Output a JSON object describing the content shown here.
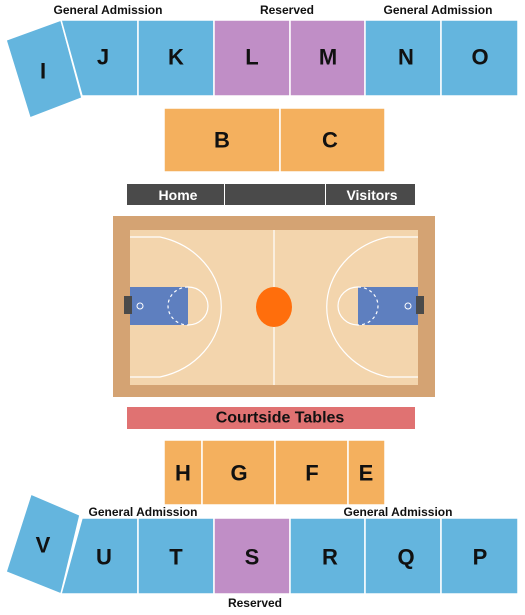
{
  "colors": {
    "general": "#64b5de",
    "reserved": "#c08ec6",
    "club": "#f4b05e",
    "courtside": "#e07272",
    "bench": "#4a4a4a",
    "court_border": "#d4a373",
    "court_floor": "#f3d5ad",
    "paint": "#5e7fbf",
    "center_circle": "#ff6e0c"
  },
  "zone_labels": {
    "top_left": "General Admission",
    "top_center": "Reserved",
    "top_right": "General Admission",
    "bottom_left": "General Admission",
    "bottom_right": "General Admission",
    "bottom_center": "Reserved"
  },
  "benches": {
    "home": "Home",
    "visitors": "Visitors"
  },
  "courtside_tables": "Courtside Tables",
  "sections": {
    "I": "I",
    "J": "J",
    "K": "K",
    "L": "L",
    "M": "M",
    "N": "N",
    "O": "O",
    "B": "B",
    "C": "C",
    "H": "H",
    "G": "G",
    "F": "F",
    "E": "E",
    "V": "V",
    "U": "U",
    "T": "T",
    "S": "S",
    "R": "R",
    "Q": "Q",
    "P": "P"
  }
}
